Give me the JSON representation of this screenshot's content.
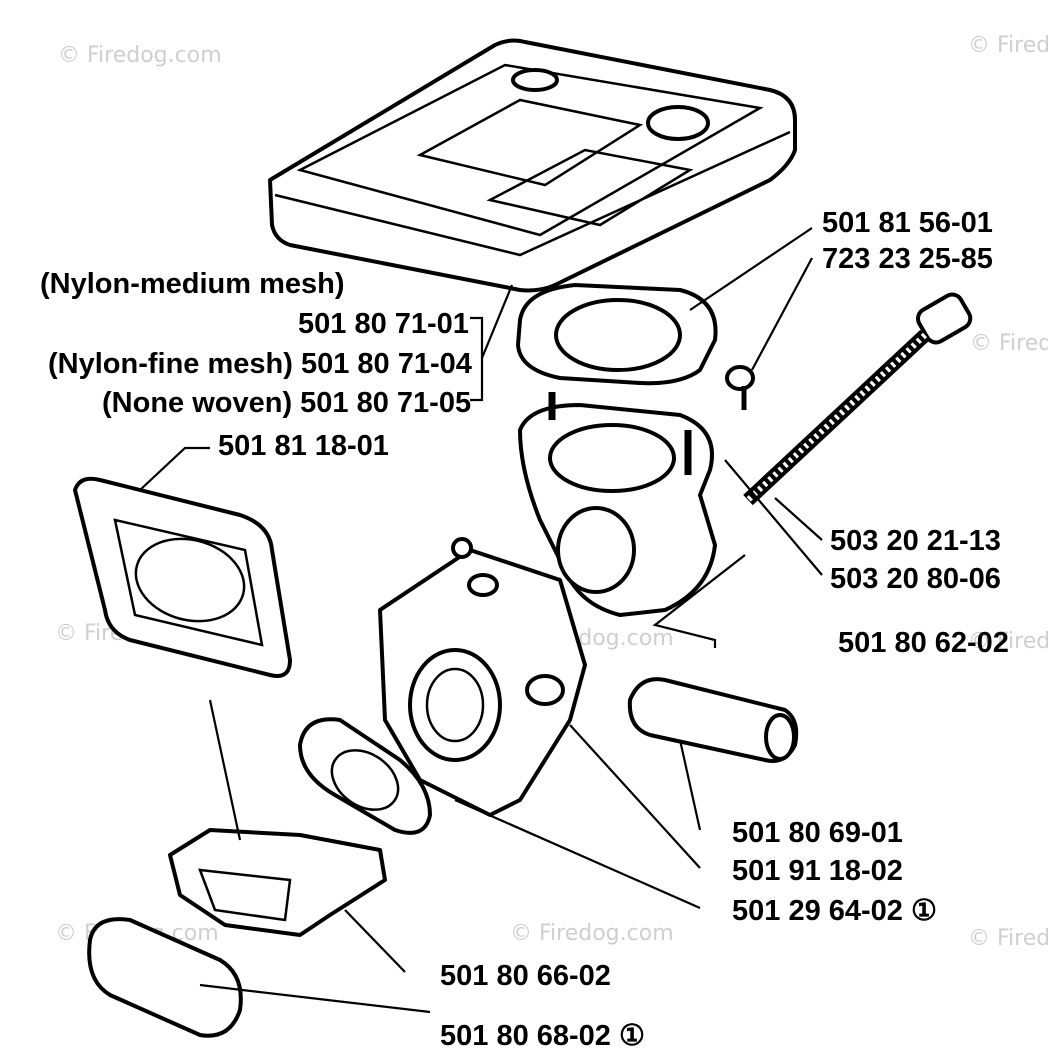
{
  "watermark": "© Firedog.com",
  "labels": {
    "nylon_medium": "(Nylon-medium mesh)",
    "p_5018071_01": "501 80 71-01",
    "nylon_fine": "(Nylon-fine mesh) 501 80 71-04",
    "none_woven": "(None woven) 501 80 71-05",
    "p_50181_18_01": "501 81 18-01",
    "p_50181_56_01": "501 81 56-01",
    "p_72323_25_85": "723 23 25-85",
    "p_50320_21_13": "503 20 21-13",
    "p_50320_80_06": "503 20 80-06",
    "p_50180_62_02": "501 80 62-02",
    "p_50180_69_01": "501 80 69-01",
    "p_50191_18_02": "501 91 18-02",
    "p_50129_64_02": "501 29 64-02 ①",
    "p_50180_66_02": "501 80 66-02",
    "p_50180_68_02": "501 80 68-02 ①"
  }
}
